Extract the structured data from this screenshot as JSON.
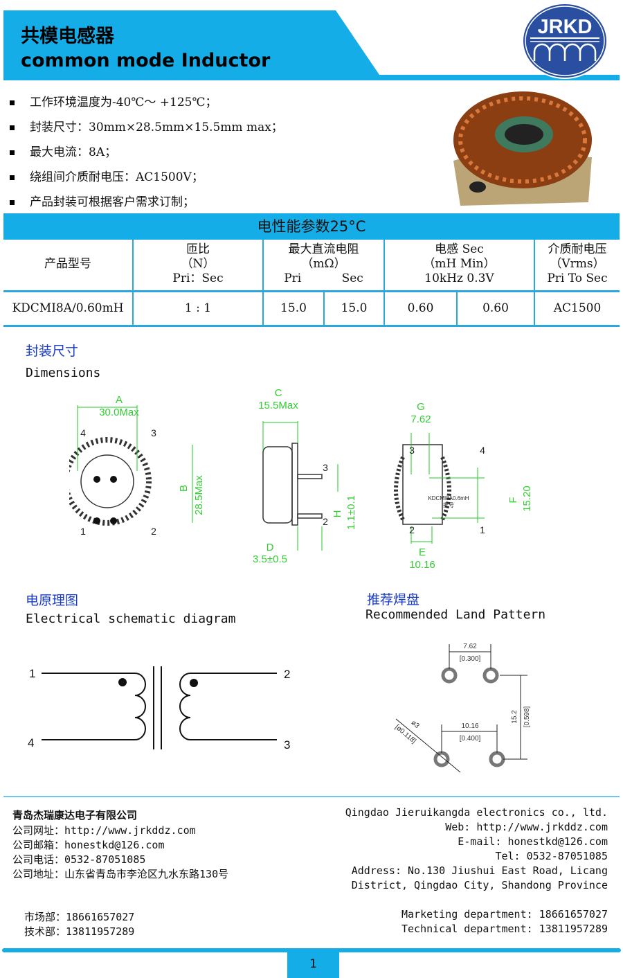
{
  "header": {
    "title_cn": "共模电感器",
    "title_en": "common mode Inductor",
    "logo_text": "JRKD",
    "accent": "#15ade8"
  },
  "features": [
    "工作环境温度为-40℃～ +125℃；",
    "封装尺寸：30mm×28.5mm×15.5mm max；",
    "最大电流：8A；",
    "绕组间介质耐电压：AC1500V；",
    "产品封装可根据客户需求订制；"
  ],
  "table": {
    "title": "电性能参数25°C",
    "headers": {
      "model": "产品型号",
      "ratio": [
        "匝比",
        "（N）",
        "Pri：Sec"
      ],
      "dcr": [
        "最大直流电阻",
        "（mΩ）",
        "Pri",
        "Sec"
      ],
      "ind": [
        "电感 Sec",
        "（mH Min）",
        "10kHz 0.3V"
      ],
      "hipot": [
        "介质耐电压",
        "（Vrms）",
        "Pri To Sec"
      ]
    },
    "row": {
      "model": "KDCMI8A/0.60mH",
      "ratio": "1 : 1",
      "dcr_pri": "15.0",
      "dcr_sec": "15.0",
      "ind_1": "0.60",
      "ind_2": "0.60",
      "hipot": "AC1500"
    }
  },
  "dimensions": {
    "title_cn": "封装尺寸",
    "title_en": "Dimensions",
    "A": "A",
    "A_val": "30.0Max",
    "B": "B",
    "B_val": "28.5Max",
    "C": "C",
    "C_val": "15.5Max",
    "D": "D",
    "D_val": "3.5±0.5",
    "H": "H",
    "H_val": "1.1±0.1",
    "G": "G",
    "G_val": "7.62",
    "E": "E",
    "E_val": "10.16",
    "F": "F",
    "F_val": "15.20",
    "marking": "KDCMI8A0.6mH",
    "marking2": "批号",
    "pins": [
      "1",
      "2",
      "3",
      "4"
    ]
  },
  "schematic": {
    "title_cn": "电原理图",
    "title_en": "Electrical schematic diagram",
    "pins": [
      "1",
      "2",
      "3",
      "4"
    ]
  },
  "land": {
    "title_cn": "推荐焊盘",
    "title_en": "Recommended Land Pattern",
    "g": "7.62",
    "g_in": "[0.300]",
    "e": "10.16",
    "e_in": "[0.400]",
    "f": "15.2",
    "f_in": "[0.598]",
    "d": "ø3",
    "d_in": "[ø0.118]"
  },
  "footer": {
    "company_cn": "青岛杰瑞康达电子有限公司",
    "web_cn": "公司网址：http://www.jrkddz.com",
    "mail_cn": "公司邮箱：honestkd@126.com",
    "tel_cn": "公司电话：0532-87051085",
    "addr_cn": "公司地址：山东省青岛市李沧区九水东路130号",
    "company_en": "Qingdao Jieruikangda electronics co., ltd.",
    "web_en": "Web: http://www.jrkddz.com",
    "mail_en": "E-mail: honestkd@126.com",
    "tel_en": "Tel: 0532-87051085",
    "addr_en1": "Address: No.130 Jiushui East Road, Licang",
    "addr_en2": "District, Qingdao City, Shandong Province",
    "mkt_cn": "市场部：18661657027",
    "tech_cn": "技术部：13811957289",
    "mkt_en": "Marketing department: 18661657027",
    "tech_en": "Technical department: 13811957289",
    "page": "1"
  }
}
